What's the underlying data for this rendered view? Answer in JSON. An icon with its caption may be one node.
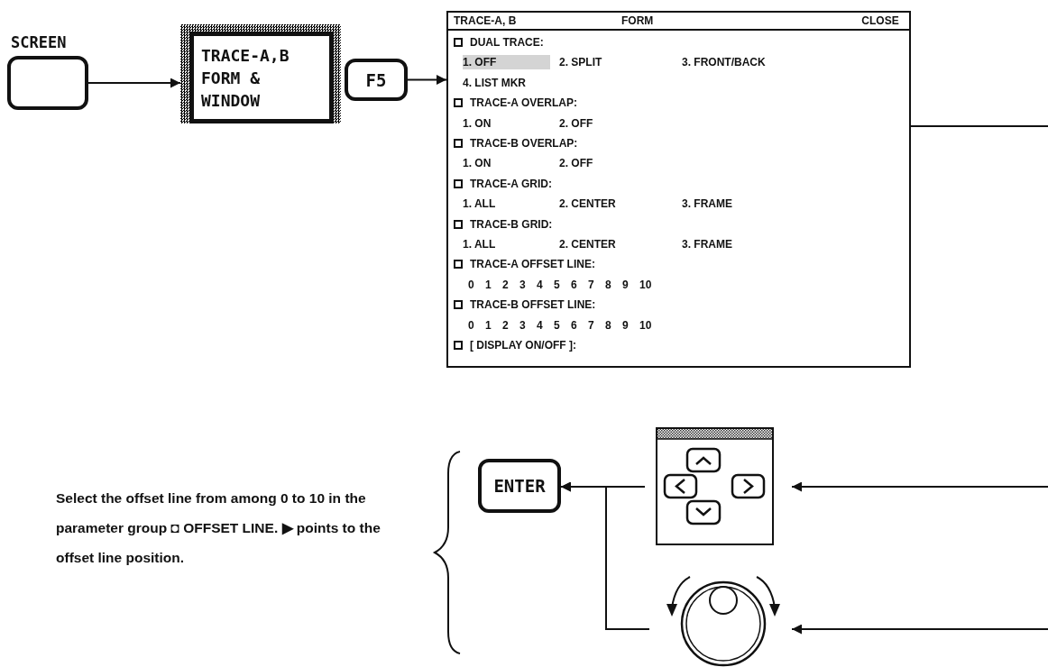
{
  "diagram": {
    "nodes": [
      {
        "text": [
          "SCREEN"
        ]
      },
      {
        "text": [
          "TRACE-A,B FORM & WINDOW"
        ]
      },
      {
        "text": [
          "F5"
        ]
      },
      {
        "text": [
          "TRACE-A, B",
          "FORM",
          "CLOSE",
          "DUAL TRACE:",
          "1. OFF",
          "2. SPLIT",
          "3. FRONT/BACK",
          "4. LIST MKR",
          "TRACE-A OVERLAP:",
          "1. ON",
          "2. OFF",
          "TRACE-B OVERLAP:",
          "1. ON",
          "2. OFF",
          "TRACE-A GRID:",
          "1. ALL",
          "2. CENTER",
          "3. FRAME",
          "TRACE-B GRID:",
          "1. ALL",
          "2. CENTER",
          "3. FRAME",
          "TRACE-A OFFSET LINE:",
          "0 1 2 3 4 5 6 7 8 9 10",
          "TRACE-B OFFSET LINE:",
          "0 1 2 3 4 5 6 7 8 9 10",
          "[ DISPLAY ON/OFF ]:"
        ]
      },
      {
        "text": [
          "ENTER"
        ]
      },
      {
        "text": [],
        "shape": "picture"
      },
      {
        "text": [],
        "shape": "picture"
      }
    ],
    "edges": [
      {
        "from": 0,
        "to": 1,
        "arrow": "to"
      },
      {
        "from": 2,
        "to": 3,
        "arrow": "to"
      },
      {
        "from": 3,
        "to": null,
        "arrow": "none"
      },
      {
        "from": null,
        "to": 5,
        "arrow": "to"
      },
      {
        "from": null,
        "to": 6,
        "arrow": "to"
      },
      {
        "from": 5,
        "to": 4,
        "arrow": "to"
      },
      {
        "from": 6,
        "to": 4,
        "arrow": "to"
      }
    ],
    "labels": [
      "Select the offset line from among 0 to 10 in the parameter group ◘ OFFSET LINE. ▶ points to the offset line position."
    ]
  }
}
